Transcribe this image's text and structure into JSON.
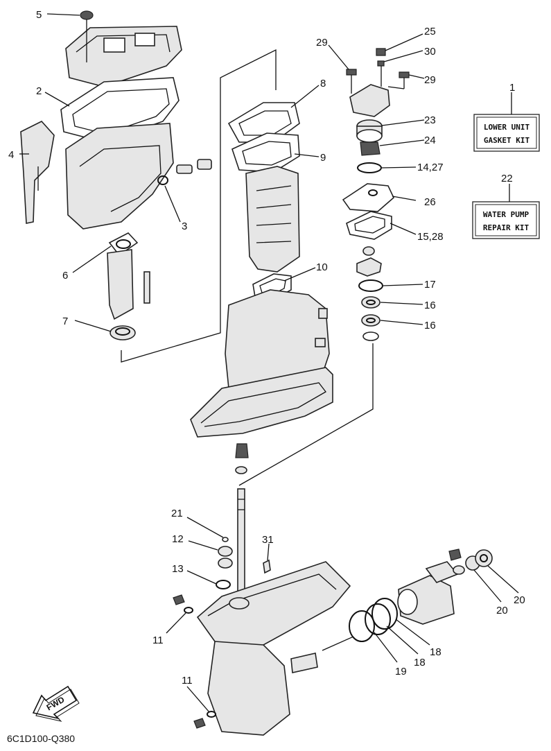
{
  "callouts": {
    "c1": "1",
    "c2": "2",
    "c3": "3",
    "c4": "4",
    "c5": "5",
    "c6": "6",
    "c7": "7",
    "c8": "8",
    "c9": "9",
    "c10": "10",
    "c11a": "11",
    "c11b": "11",
    "c12": "12",
    "c13": "13",
    "c1427": "14,27",
    "c1528": "15,28",
    "c16a": "16",
    "c16b": "16",
    "c17": "17",
    "c18a": "18",
    "c18b": "18",
    "c19": "19",
    "c20a": "20",
    "c20b": "20",
    "c21": "21",
    "c22": "22",
    "c23": "23",
    "c24": "24",
    "c25": "25",
    "c26": "26",
    "c29a": "29",
    "c29b": "29",
    "c30": "30",
    "c31": "31"
  },
  "kits": {
    "lower_unit_line1": "LOWER UNIT",
    "lower_unit_line2": "GASKET KIT",
    "water_pump_line1": "WATER PUMP",
    "water_pump_line2": "REPAIR KIT"
  },
  "fwd_label": "FWD",
  "diagram_code": "6C1D100-Q380"
}
